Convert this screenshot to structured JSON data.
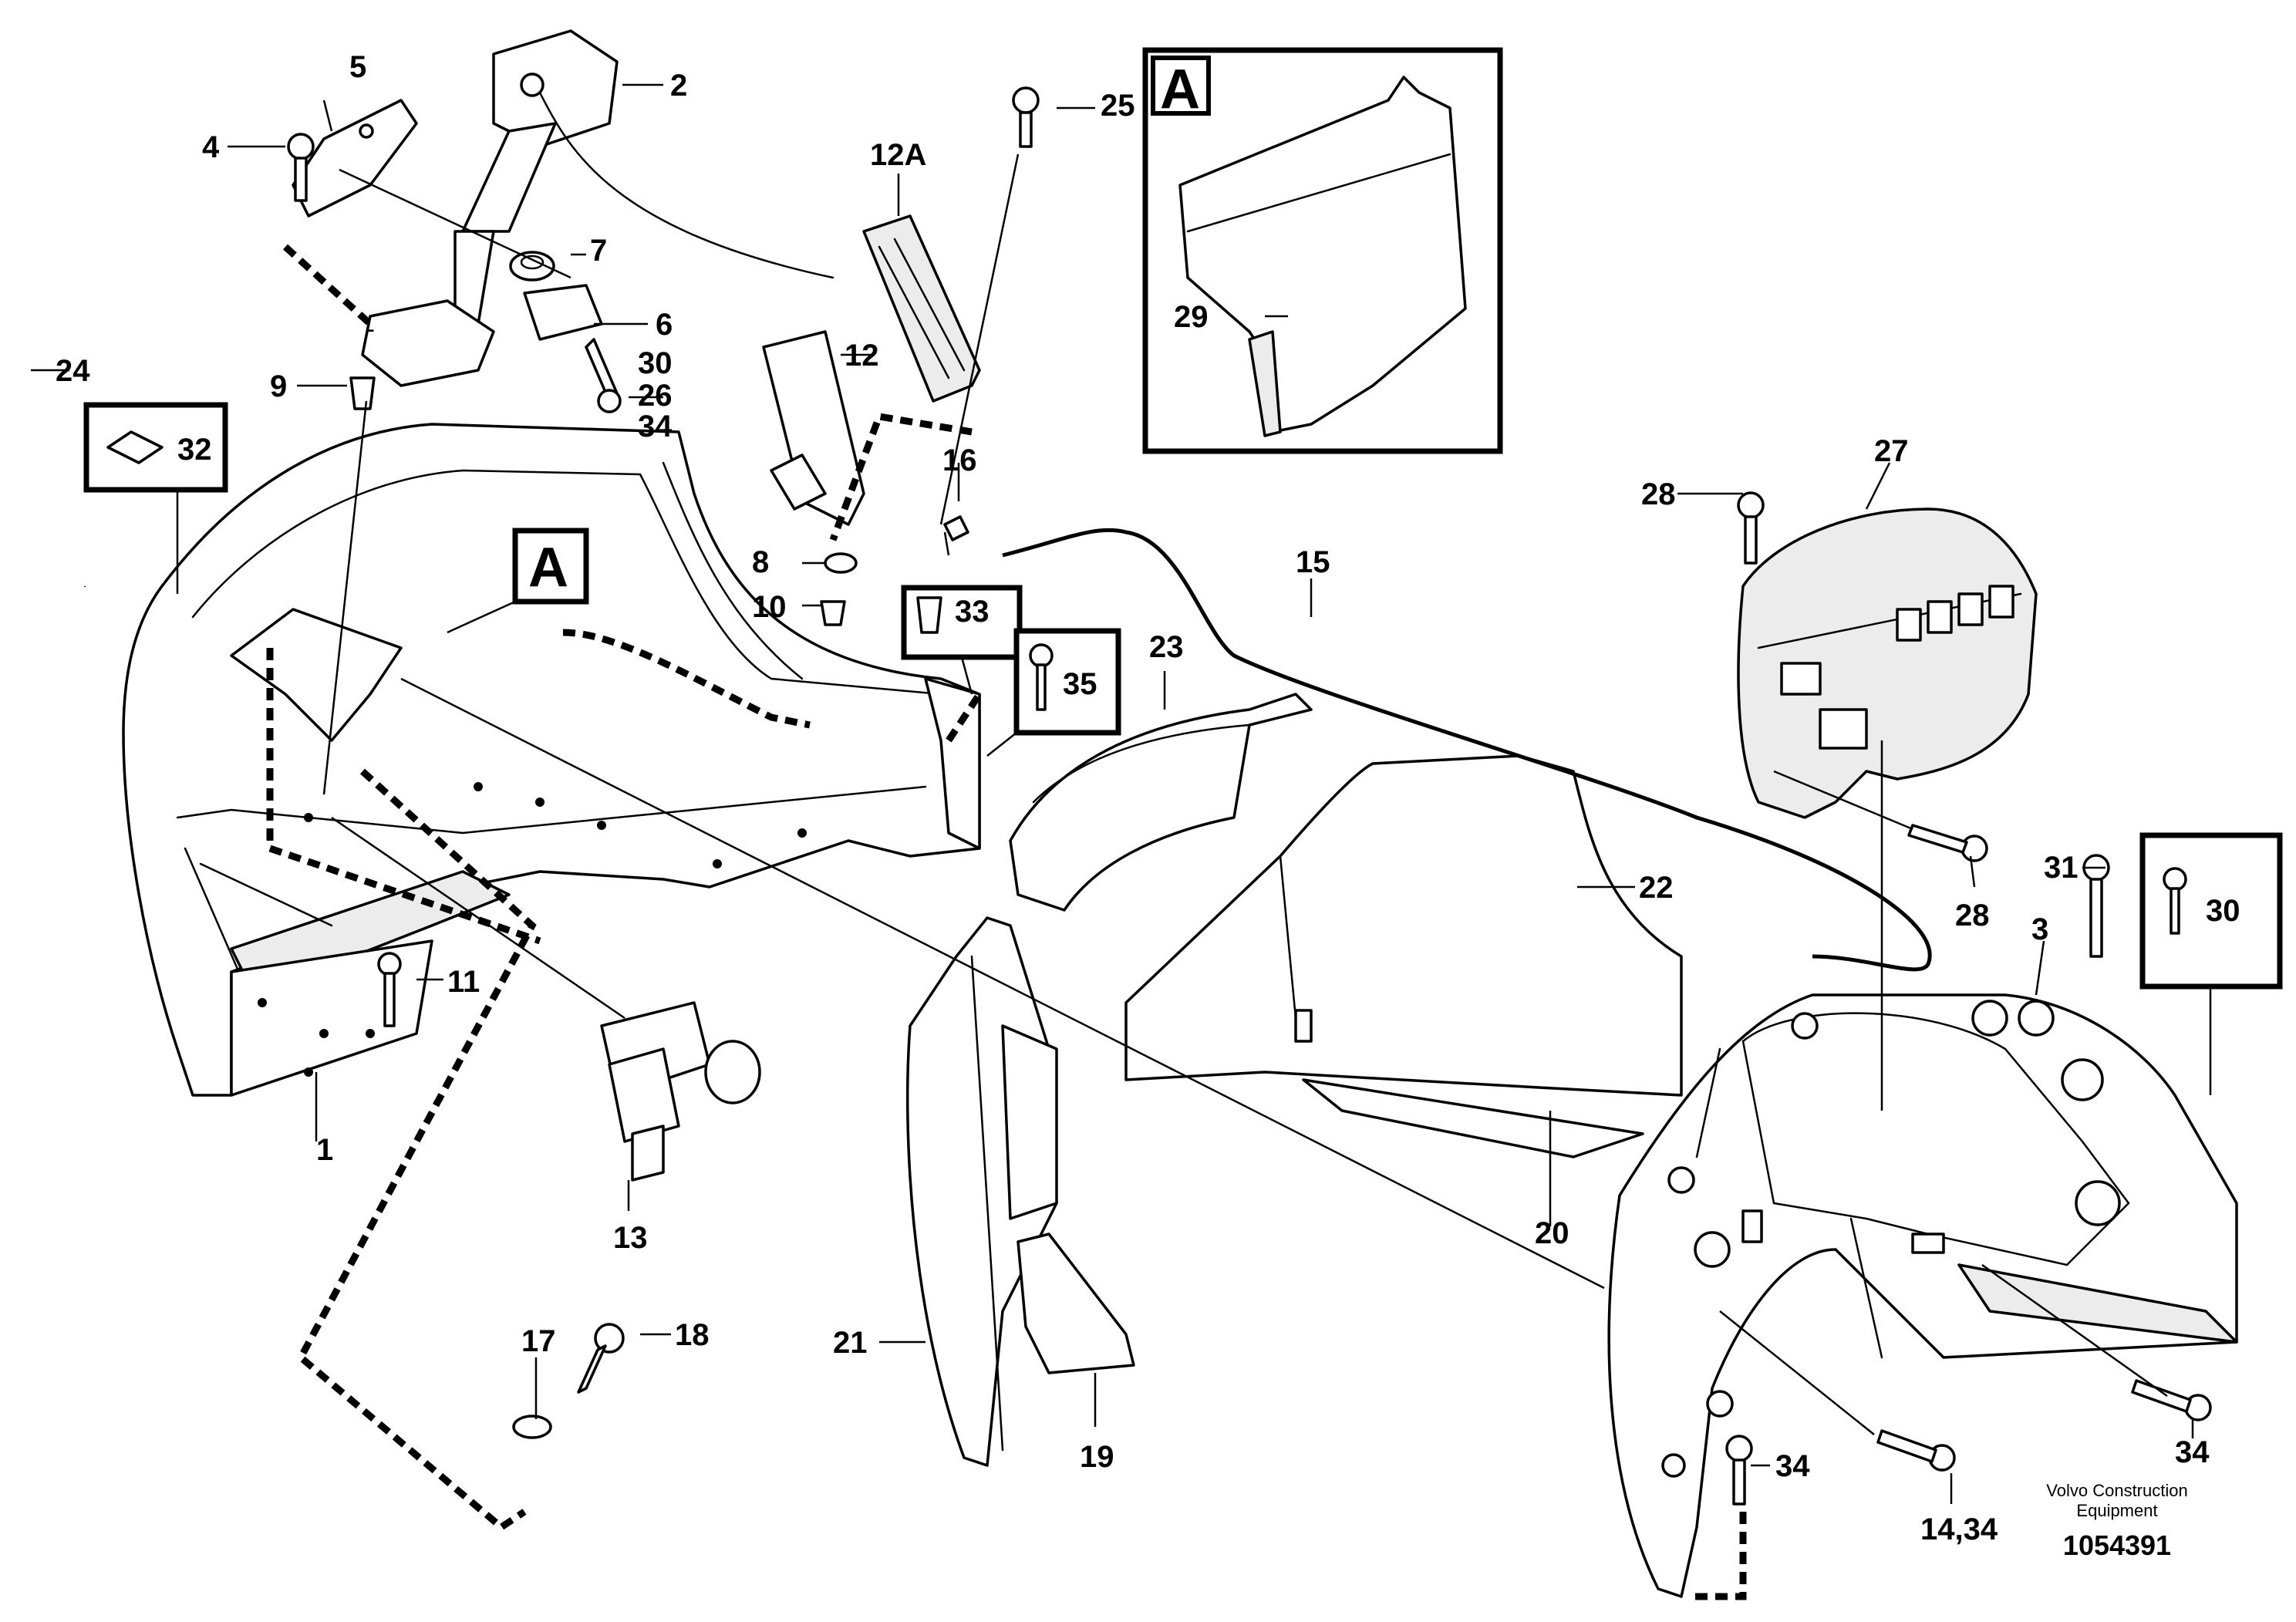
{
  "diagram": {
    "callouts": {
      "c1": "1",
      "c2": "2",
      "c3": "3",
      "c4": "4",
      "c5": "5",
      "c6": "6",
      "c7": "7",
      "c8": "8",
      "c9": "9",
      "c10": "10",
      "c11": "11",
      "c12": "12",
      "c12a": "12A",
      "c13": "13",
      "c14_34": "14,34",
      "c15": "15",
      "c16": "16",
      "c17": "17",
      "c18": "18",
      "c19": "19",
      "c20": "20",
      "c21": "21",
      "c22": "22",
      "c23": "23",
      "c24": "24",
      "c25": "25",
      "c26": "26",
      "c27": "27",
      "c28a": "28",
      "c28b": "28",
      "c29": "29",
      "c30a": "30",
      "c30b": "30",
      "c31": "31",
      "c32": "32",
      "c33": "33",
      "c34a": "34",
      "c34b": "34",
      "c34c": "34",
      "c35": "35"
    },
    "view_markers": {
      "main": "A",
      "detail": "A"
    },
    "credit_line1": "Volvo Construction",
    "credit_line2": "Equipment",
    "document_number": "1054391"
  }
}
